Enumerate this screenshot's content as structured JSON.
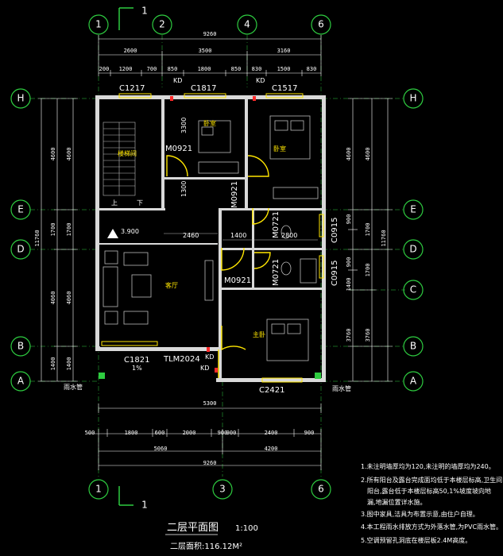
{
  "grid_top": [
    "1",
    "2",
    "4",
    "6"
  ],
  "grid_bottom": [
    "1",
    "3",
    "6"
  ],
  "grid_left": [
    "H",
    "E",
    "D",
    "B",
    "A"
  ],
  "grid_right": [
    "H",
    "E",
    "D",
    "C",
    "B",
    "A"
  ],
  "section_mark_top": "1",
  "section_mark_bottom": "1",
  "dims_top_total": "9260",
  "dims_top_row2": [
    "2600",
    "3500",
    "3160"
  ],
  "dims_top_row3": [
    "200",
    "1200",
    "700",
    "850",
    "1800",
    "850",
    "830",
    "1500",
    "830"
  ],
  "dims_bottom_row1": [
    "500",
    "1800",
    "600",
    "2000",
    "900",
    "900",
    "2400",
    "900"
  ],
  "dims_bottom_row2": [
    "5060",
    "4200"
  ],
  "dims_bottom_total": "9260",
  "dim_inner_5300": "5300",
  "dims_left": [
    "4600",
    "1700",
    "4060",
    "1400"
  ],
  "dims_left_total": "11760",
  "dims_right": [
    "4600",
    "900",
    "900",
    "1400",
    "3760"
  ],
  "dims_right_total": "11760",
  "dims_right_outer": [
    "4600",
    "1700",
    "1700",
    "3760"
  ],
  "labels": {
    "c1217": "C1217",
    "c1817": "C1817",
    "c1517": "C1517",
    "m0921a": "M0921",
    "m0921b": "M0921",
    "m0921c": "M0921",
    "m0721a": "M0721",
    "m0721b": "M0721",
    "c0915a": "C0915",
    "c0915b": "C0915",
    "c1821": "C1821",
    "tlm2024": "TLM2024",
    "c2421": "C2421",
    "kd1": "KD",
    "kd2": "KD",
    "kd3": "KD",
    "kd4": "KD",
    "elev": "3.900",
    "d2460": "2460",
    "d1400": "1400",
    "d2800": "2800",
    "d3300": "3300",
    "d1300": "1300",
    "slope": "1%",
    "up": "上",
    "down": "下",
    "stair": "楼梯间",
    "bed_small": "卧室",
    "bed_master": "卧室",
    "bed_south": "主卧",
    "hall": "客厅",
    "downpipe_left": "雨水管",
    "downpipe_right": "雨水管"
  },
  "notes": [
    "1.未注明墙厚均为120,未注明的墙厚均为240。",
    "2.所有阳台及露台完成面均低于本楼层标高,卫生间",
    "阳台,露台低于本楼层标高50,1%坡度坡向地",
    "漏,地漏位置详水施。",
    "3.图中家具,洁具为布置示意,由住户自理。",
    "4.本工程雨水排放方式为外落水管,为PVC雨水管。",
    "5.空调预留孔洞底在楼层板2.4M高度。"
  ],
  "title": "二层平面图",
  "scale": "1:100",
  "area_label": "二层面积:116.12M²"
}
